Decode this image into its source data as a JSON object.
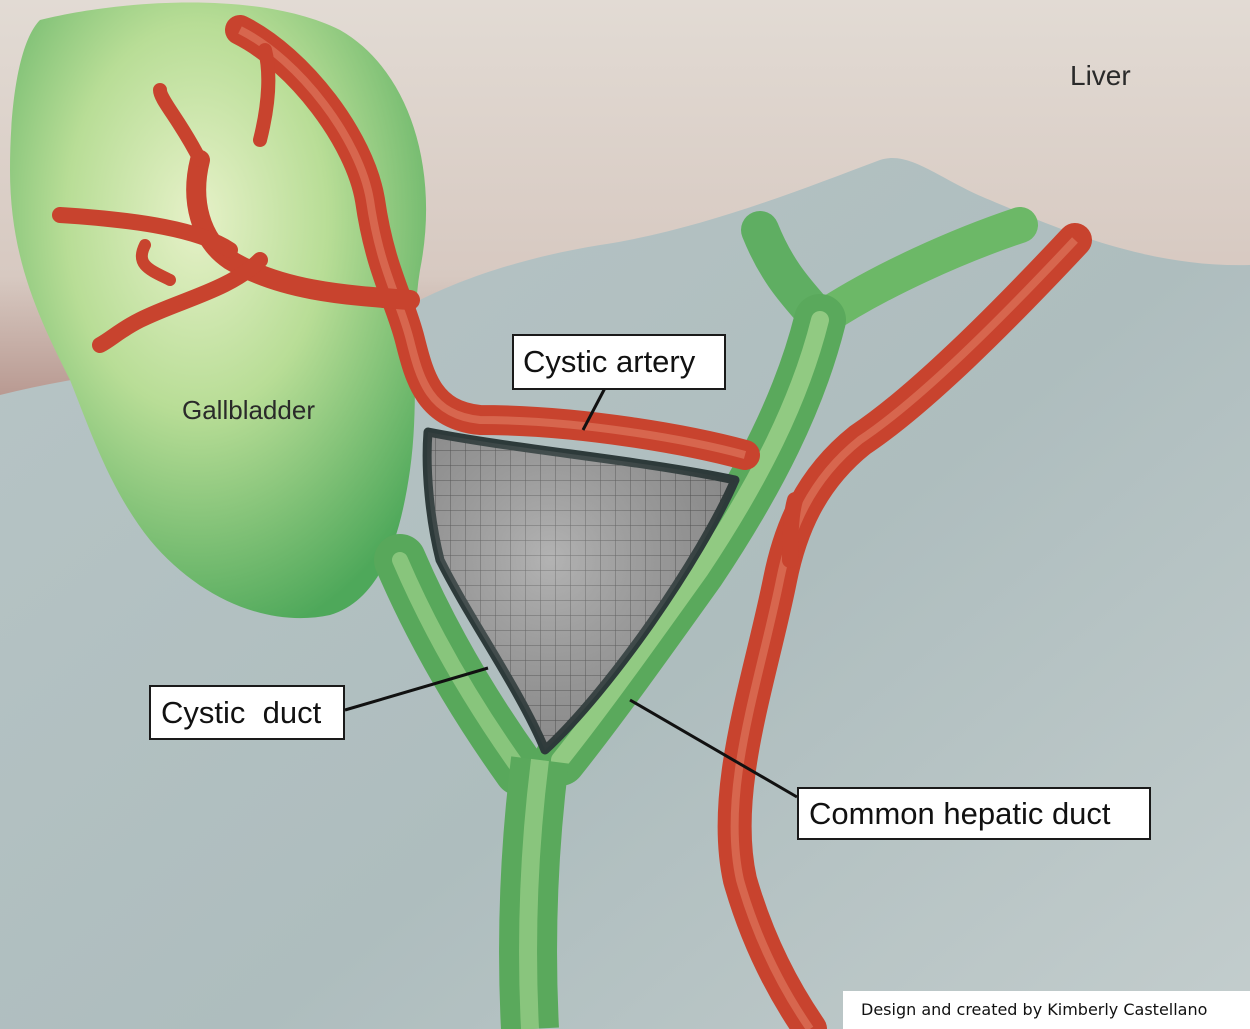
{
  "labels": {
    "liver": "Liver",
    "gallbladder": "Gallbladder",
    "cystic_artery": "Cystic artery",
    "cystic_duct": "Cystic  duct",
    "common_hepatic_duct": "Common hepatic duct"
  },
  "credit": "Design and created by Kimberly Castellano",
  "colors": {
    "background": "#b5c4c5",
    "liver": "#d9cfc7",
    "gallbladder": "#8fcb7c",
    "duct": "#6bb56a",
    "artery": "#c8432e",
    "triangle": "#8c8c8c",
    "triangle_outline": "#2d3a3a"
  }
}
